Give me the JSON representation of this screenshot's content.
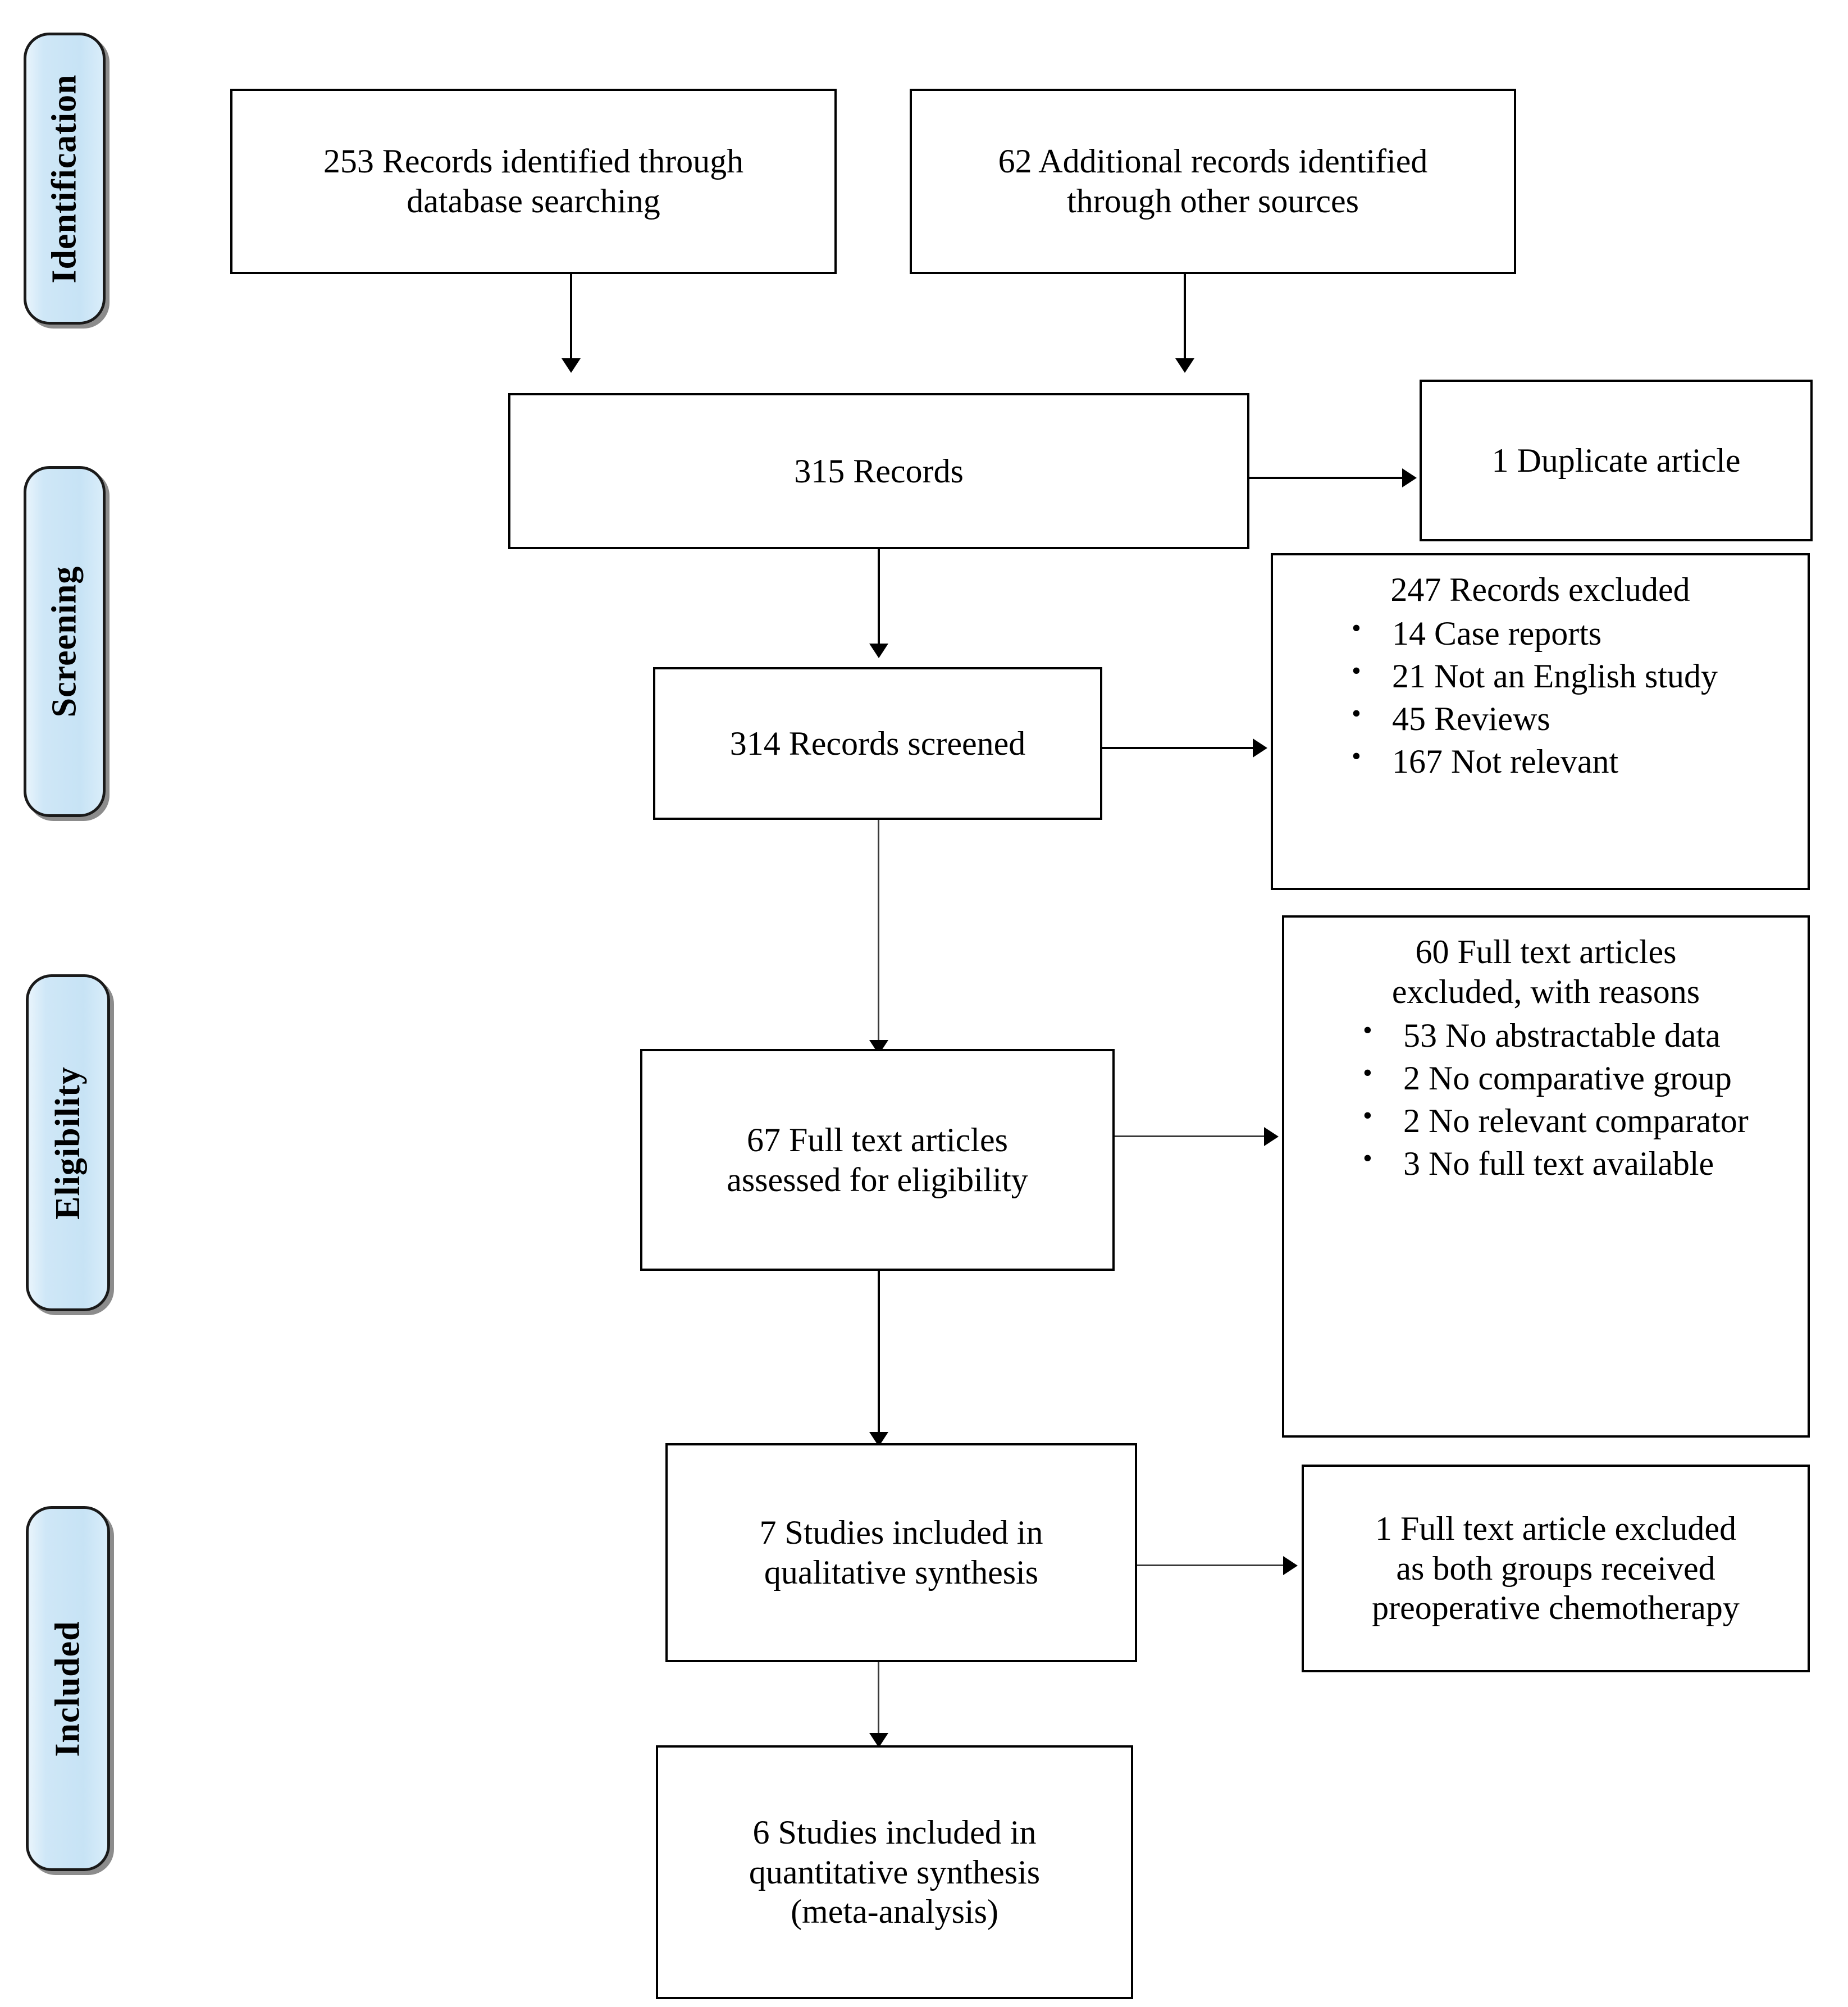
{
  "diagram": {
    "type": "prisma-flow-diagram",
    "phases": [
      {
        "id": "identification",
        "label": "Identification"
      },
      {
        "id": "screening",
        "label": "Screening"
      },
      {
        "id": "eligibility",
        "label": "Eligibility"
      },
      {
        "id": "included",
        "label": "Included"
      }
    ],
    "boxes": {
      "db_search": {
        "line1": "253 Records identified through",
        "line2": "database searching"
      },
      "other_sources": {
        "line1": "62 Additional records identified",
        "line2": "through other sources"
      },
      "records_total": {
        "line1": "315 Records"
      },
      "duplicates": {
        "line1": "1 Duplicate article"
      },
      "records_screened": {
        "line1": "314 Records screened"
      },
      "records_excluded": {
        "title": "247 Records excluded",
        "reasons": [
          "14 Case reports",
          "21 Not an English study",
          "45 Reviews",
          "167 Not relevant"
        ]
      },
      "fulltext_assessed": {
        "line1": "67 Full text articles",
        "line2": "assessed for eligibility"
      },
      "fulltext_excluded": {
        "title_line1": "60 Full text articles",
        "title_line2": "excluded, with reasons",
        "reasons": [
          "53 No abstractable data",
          "2 No comparative group",
          "2 No relevant comparator",
          "3 No full text available"
        ]
      },
      "qualitative": {
        "line1": "7 Studies included in",
        "line2": "qualitative synthesis"
      },
      "qualitative_excluded": {
        "line1": "1 Full text article excluded",
        "line2": "as both groups received",
        "line3": "preoperative chemotherapy"
      },
      "quantitative": {
        "line1": "6 Studies included in",
        "line2": "quantitative synthesis",
        "line3": "(meta-analysis)"
      }
    },
    "colors": {
      "tab_fill": "#cfe7f7",
      "tab_border": "#1a1a1a",
      "box_border": "#000000",
      "box_fill": "#ffffff",
      "text": "#000000",
      "connector": "#000000"
    }
  }
}
